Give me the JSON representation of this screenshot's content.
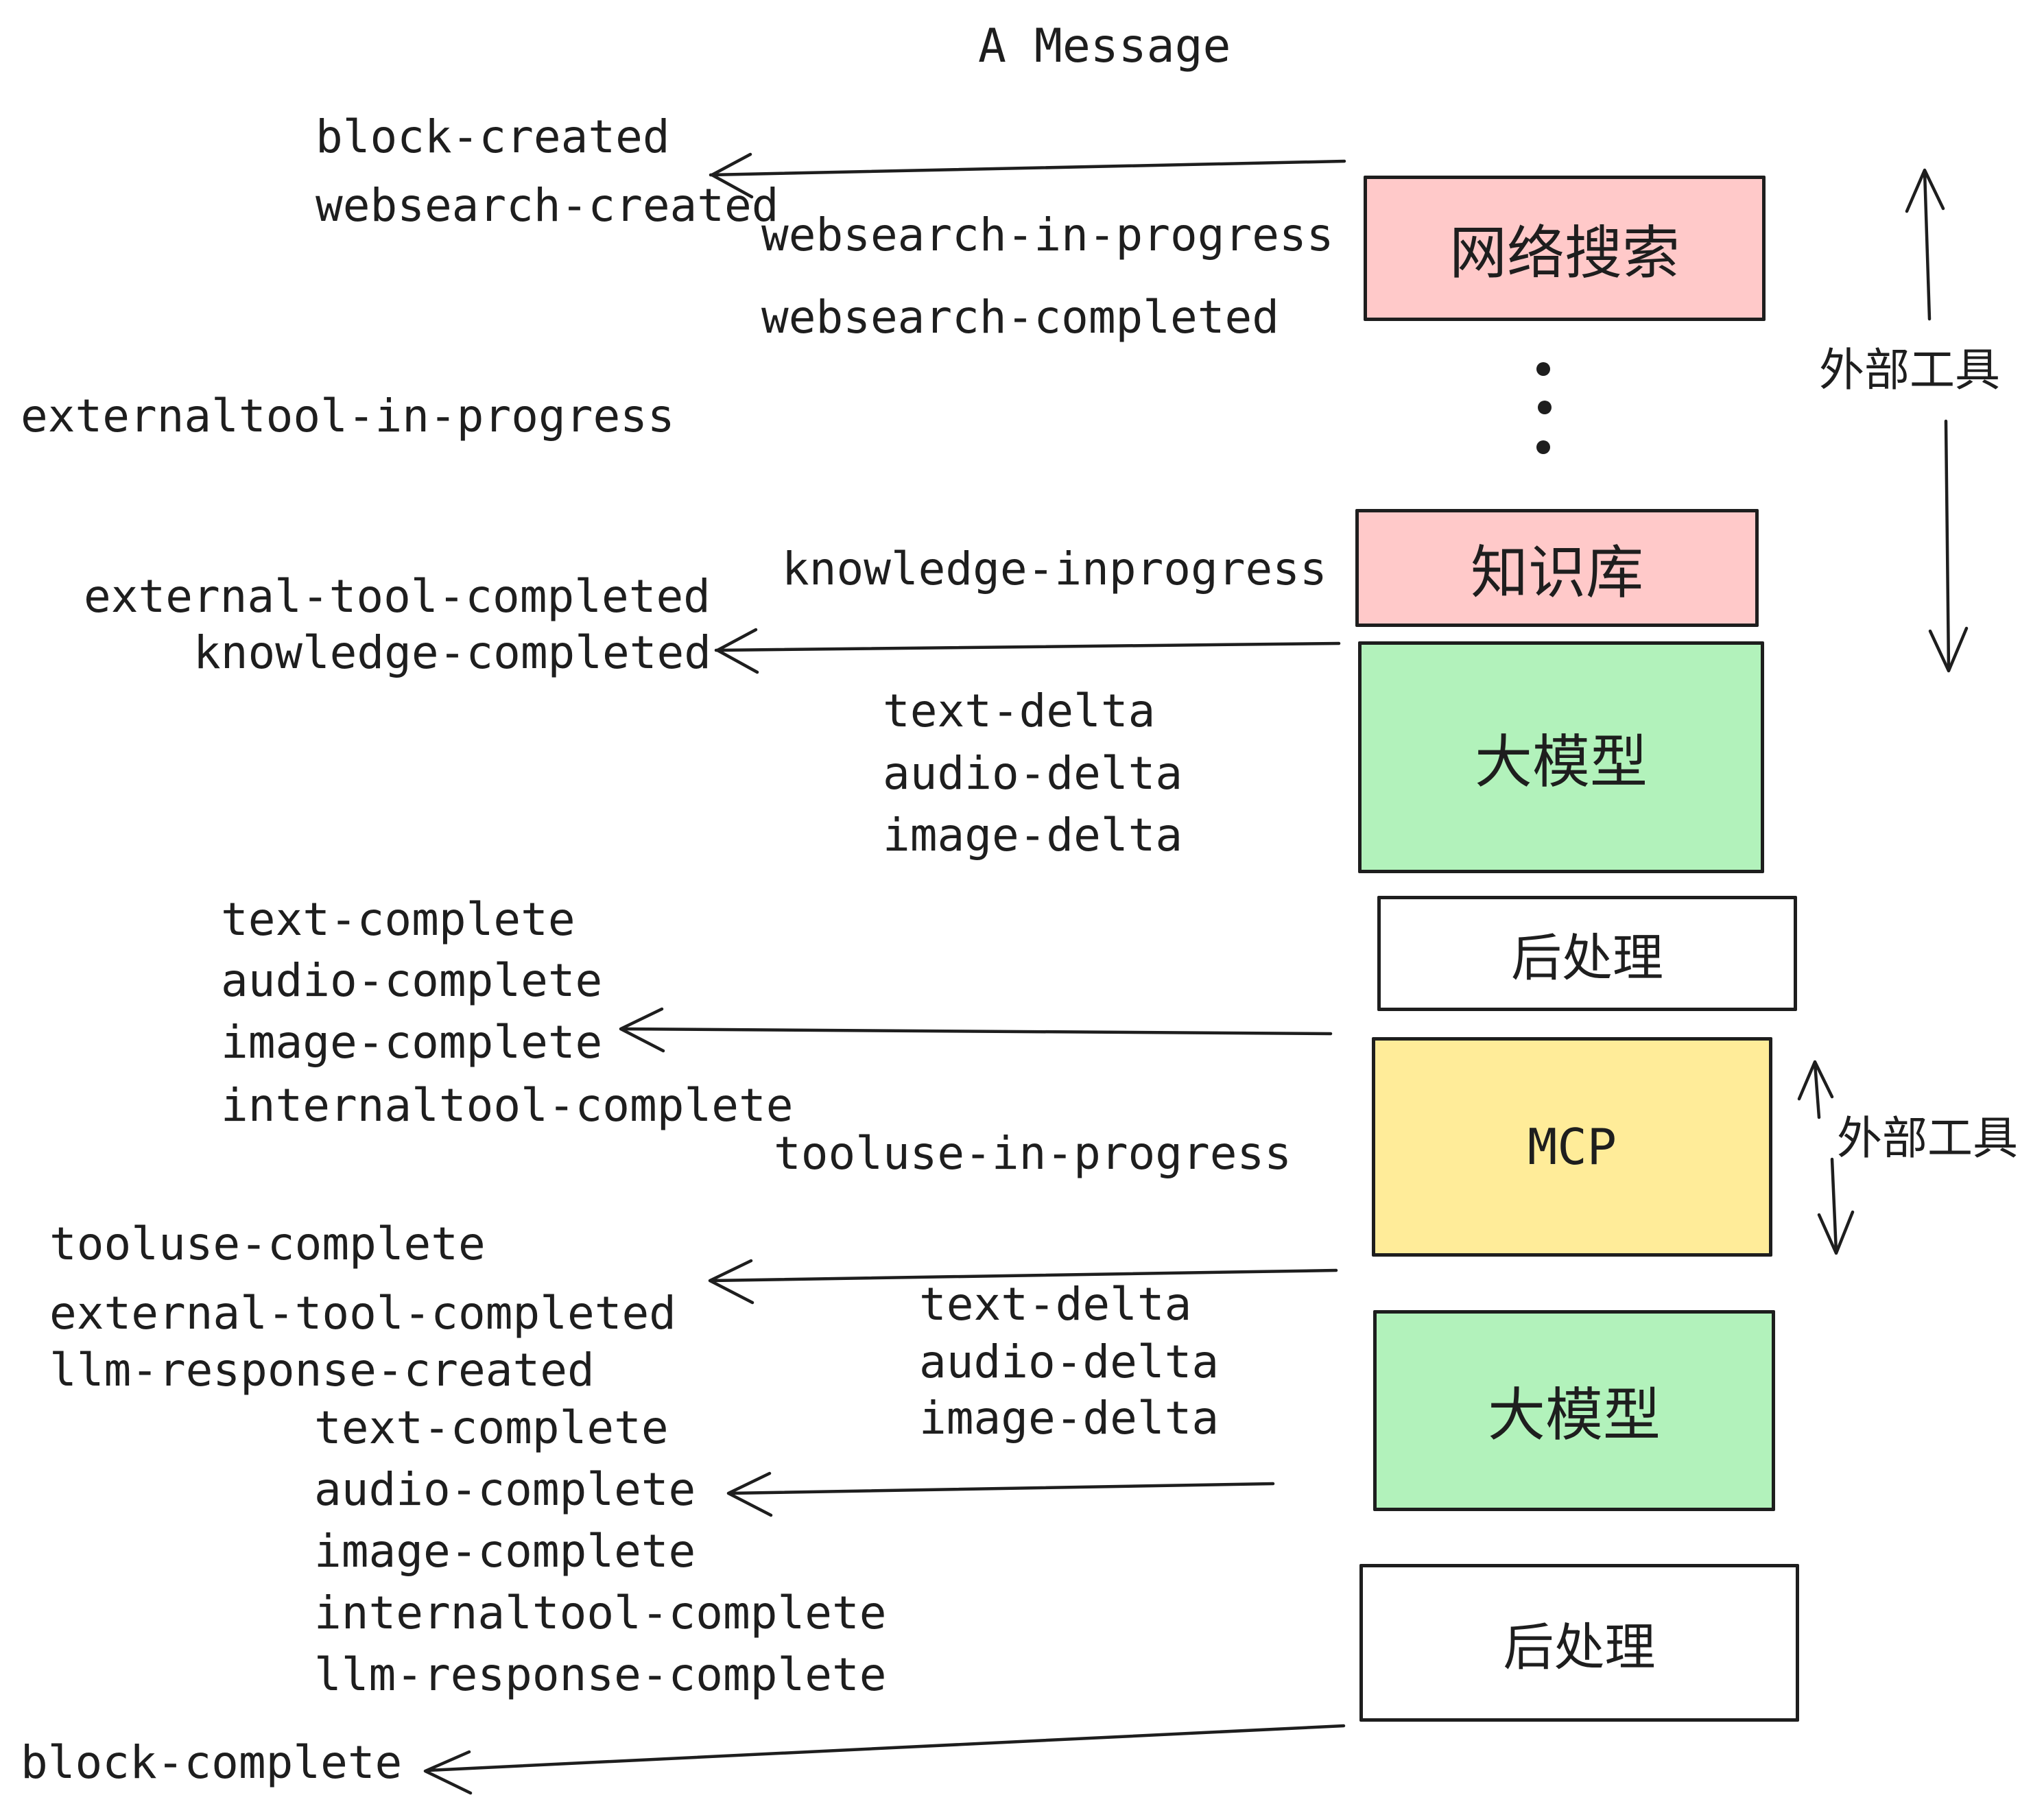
{
  "title": "A Message",
  "colors": {
    "background": "#ffffff",
    "stroke": "#1e1e1e",
    "box_pink": "#ffc9c9",
    "box_green": "#b2f2bb",
    "box_yellow": "#ffec99",
    "box_white": "#ffffff"
  },
  "icons": {
    "ellipsis": "vertical-ellipsis-dots",
    "arrow_style": "left-pointing and double-headed hand-drawn arrows"
  },
  "events": {
    "block_created": "block-created",
    "websearch_created": "websearch-created",
    "websearch_in_progress": "websearch-in-progress",
    "websearch_completed": "websearch-completed",
    "externaltool_in_progress": "externaltool-in-progress",
    "knowledge_inprogress": "knowledge-inprogress",
    "external_tool_completed": "external-tool-completed",
    "knowledge_completed": "knowledge-completed",
    "text_delta": "text-delta",
    "audio_delta": "audio-delta",
    "image_delta": "image-delta",
    "text_complete": "text-complete",
    "audio_complete": "audio-complete",
    "image_complete": "image-complete",
    "internaltool_complete": "internaltool-complete",
    "tooluse_in_progress": "tooluse-in-progress",
    "tooluse_complete": "tooluse-complete",
    "llm_response_created": "llm-response-created",
    "llm_response_complete": "llm-response-complete",
    "block_complete": "block-complete"
  },
  "boxes": [
    {
      "id": "websearch",
      "label": "网络搜索",
      "fill": "#ffc9c9"
    },
    {
      "id": "knowledge",
      "label": "知识库",
      "fill": "#ffc9c9"
    },
    {
      "id": "llm-1",
      "label": "大模型",
      "fill": "#b2f2bb"
    },
    {
      "id": "post-processing-1",
      "label": "后处理",
      "fill": "#ffffff"
    },
    {
      "id": "mcp",
      "label": "MCP",
      "fill": "#ffec99"
    },
    {
      "id": "llm-2",
      "label": "大模型",
      "fill": "#b2f2bb"
    },
    {
      "id": "post-processing-2",
      "label": "后处理",
      "fill": "#ffffff"
    }
  ],
  "side_labels": [
    {
      "id": "external-tools-top",
      "label": "外部工具"
    },
    {
      "id": "external-tools-mcp",
      "label": "外部工具"
    }
  ]
}
